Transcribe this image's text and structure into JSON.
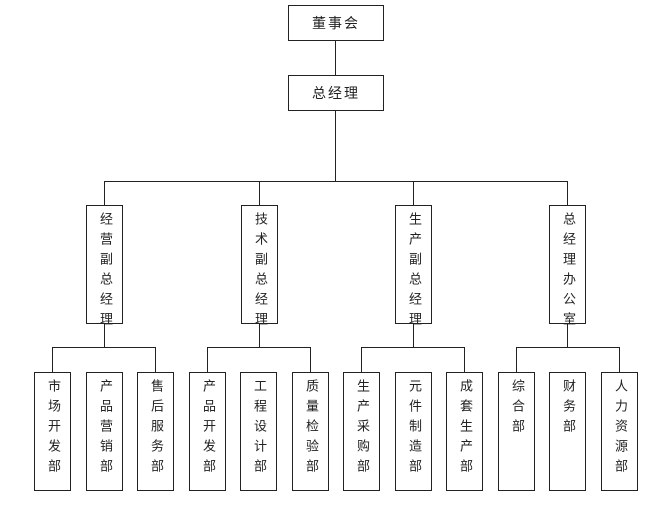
{
  "root": {
    "label": "董事会"
  },
  "gm": {
    "label": "总经理"
  },
  "deputies": [
    {
      "label": "经营副总经理",
      "departments": [
        "市场开发部",
        "产品营销部",
        "售后服务部"
      ]
    },
    {
      "label": "技术副总经理",
      "departments": [
        "产品开发部",
        "工程设计部",
        "质量检验部"
      ]
    },
    {
      "label": "生产副总经理",
      "departments": [
        "生产采购部",
        "元件制造部",
        "成套生产部"
      ]
    },
    {
      "label": "总经理办公室",
      "departments": [
        "综合部",
        "财务部",
        "人力资源部"
      ]
    }
  ]
}
